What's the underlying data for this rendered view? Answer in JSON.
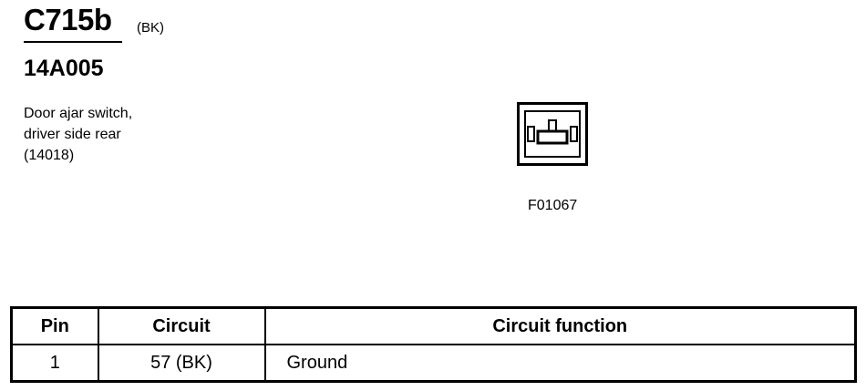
{
  "connector": {
    "id": "C715b",
    "color": "(BK)",
    "part_number": "14A005",
    "description": [
      "Door ajar switch,",
      "driver side rear",
      "(14018)"
    ],
    "figure_code": "F01067"
  },
  "table": {
    "headers": {
      "pin": "Pin",
      "circuit": "Circuit",
      "function": "Circuit function"
    },
    "rows": [
      {
        "pin": "1",
        "circuit": "57 (BK)",
        "function": "Ground"
      }
    ]
  }
}
